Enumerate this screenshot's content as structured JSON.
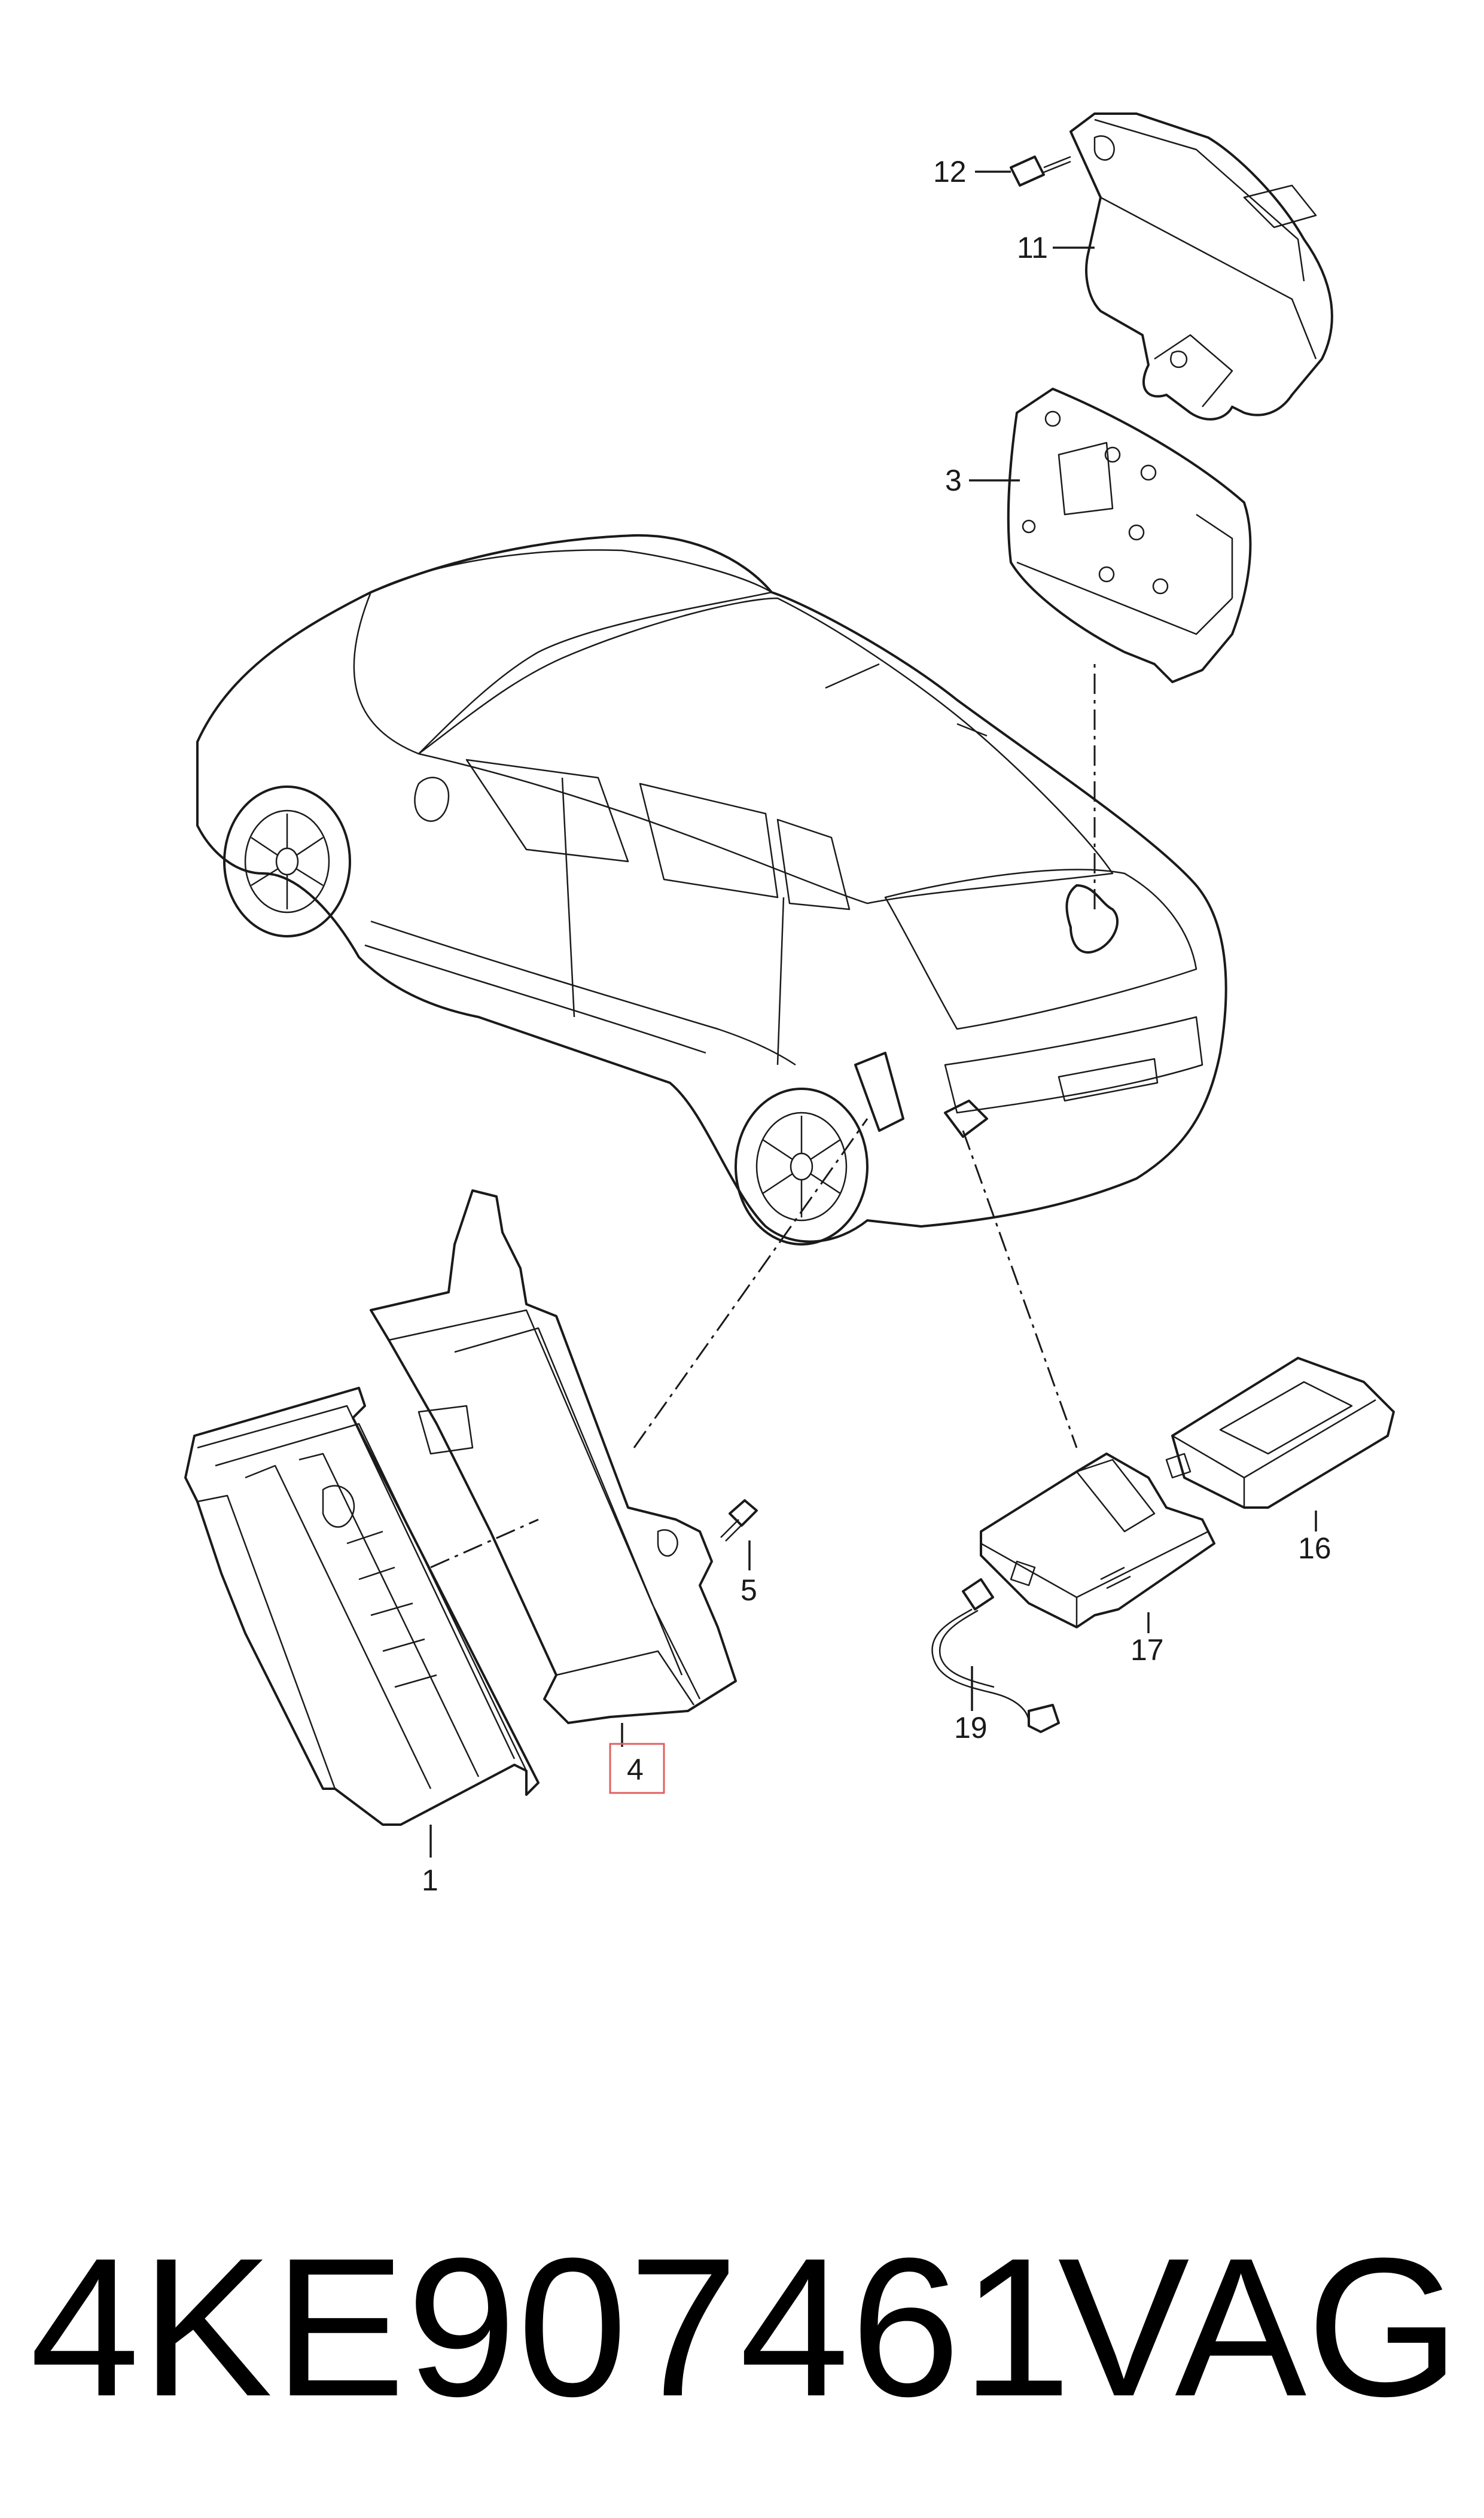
{
  "diagram": {
    "callouts": {
      "c1": "1",
      "c3": "3",
      "c4": "4",
      "c5": "5",
      "c11": "11",
      "c12": "12",
      "c16": "16",
      "c17": "17",
      "c19": "19"
    },
    "highlight_color": "#e06060"
  },
  "footer": {
    "part_number": "4KE907461",
    "brand": "VAG"
  }
}
